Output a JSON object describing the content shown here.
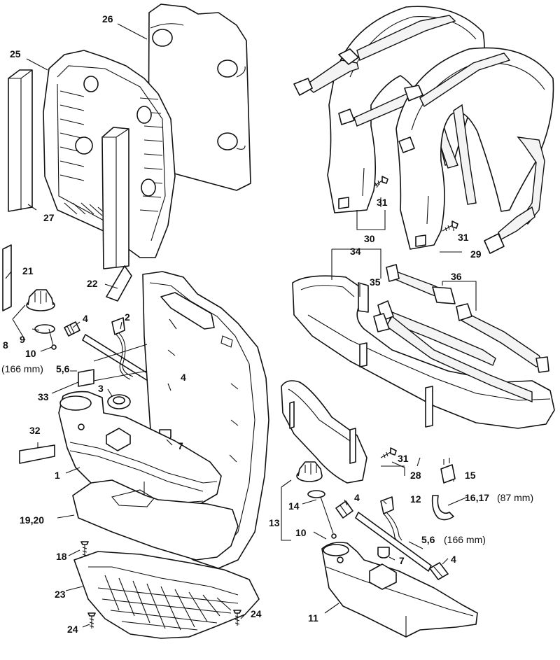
{
  "labels": {
    "l26": "26",
    "l25": "25",
    "l27": "27",
    "l21": "21",
    "l22": "22",
    "l2": "2",
    "l4a": "4",
    "l8": "8",
    "l9": "9",
    "l10a": "10",
    "l166a": "(166 mm)",
    "l56a": "5,6",
    "l33": "33",
    "l3": "3",
    "l4b": "4",
    "l32": "32",
    "l7a": "7",
    "l1": "1",
    "l1920": "19,20",
    "l18": "18",
    "l23": "23",
    "l24a": "24",
    "l24b": "24",
    "l31a": "31",
    "l30": "30",
    "l31b": "31",
    "l29": "29",
    "l34": "34",
    "l35": "35",
    "l36": "36",
    "l31c": "31",
    "l28": "28",
    "l15": "15",
    "l1617": "16,17",
    "l87": "(87 mm)",
    "l4c": "4",
    "l12": "12",
    "l14": "14",
    "l13": "13",
    "l10b": "10",
    "l56b": "5,6",
    "l166b": "(166 mm)",
    "l7b": "7",
    "l4d": "4",
    "l11": "11"
  }
}
